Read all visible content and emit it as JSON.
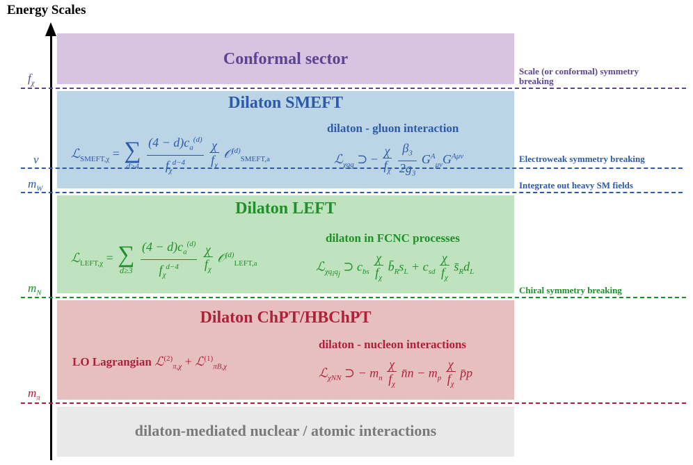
{
  "title": "Energy Scales",
  "colors": {
    "conformal_fill": "#d8c3e0",
    "smeft_fill": "#bbd4e6",
    "left_fill": "#bfe3bf",
    "chpt_fill": "#e6c0bf",
    "nuclear_fill": "#e9e9e9",
    "purple_text": "#5b4590",
    "blue_text": "#2d5aa8",
    "green_text": "#1f8f2a",
    "red_text": "#b0203a",
    "gray_text": "#7a7a7a"
  },
  "bands": {
    "conformal": {
      "title": "Conformal sector"
    },
    "smeft": {
      "title": "Dilaton SMEFT",
      "sub": "dilaton - gluon interaction",
      "eq1": {
        "lhs": "ℒ",
        "lhs_sub": "SMEFT,χ",
        "sum_lim": "d≥4",
        "num": "(4 − d)c",
        "num_sub": "a",
        "num_sup": "(d)",
        "den": "f",
        "den_sub": "χ",
        "den_sup": "d−4",
        "frac2_num": "χ",
        "frac2_den": "f",
        "frac2_den_sub": "χ",
        "op": "𝒪",
        "op_sup": "(d)",
        "op_sub": "SMEFT,a"
      },
      "eq2": {
        "lhs": "ℒ",
        "lhs_sub": "χgg",
        "rel": "⊃ −",
        "f1_num": "χ",
        "f1_den": "f",
        "f1_den_sub": "χ",
        "f2_num": "β",
        "f2_num_sub": "3",
        "f2_den": "2g",
        "f2_den_sub": "3",
        "g1": "G",
        "g1_sup": "A",
        "g1_sub": "μν",
        "g2": "G",
        "g2_sup": "Aμν"
      }
    },
    "left": {
      "title": "Dilaton LEFT",
      "sub": "dilaton in FCNC processes",
      "eq1": {
        "lhs": "ℒ",
        "lhs_sub": "LEFT,χ",
        "sum_lim": "d≥3",
        "num": "(4 − d)c",
        "num_sub": "a",
        "num_sup": "(d)",
        "den": "f",
        "den_sub": "χ",
        "den_sup": "d−4",
        "frac2_num": "χ",
        "frac2_den": "f",
        "frac2_den_sub": "χ",
        "op": "𝒪",
        "op_sup": "(d)",
        "op_sub": "LEFT,a"
      },
      "eq2": {
        "lhs": "ℒ",
        "lhs_sub": "χq",
        "lhs_sub2": "i",
        "lhs_sub3": "q",
        "lhs_sub4": "j",
        "rel": "⊃ c",
        "c1_sub": "bs",
        "f1_num": "χ",
        "f1_den": "f",
        "f1_den_sub": "χ",
        "t1": "b̄",
        "t1_sub": "R",
        "t2": "s",
        "t2_sub": "L",
        "plus": " + c",
        "c2_sub": "sd",
        "f2_num": "χ",
        "f2_den": "f",
        "f2_den_sub": "χ",
        "t3": "s̄",
        "t3_sub": "R",
        "t4": "d",
        "t4_sub": "L"
      }
    },
    "chpt": {
      "title": "Dilaton ChPT/HBChPT",
      "sub": "dilaton - nucleon interactions",
      "lo_label": "LO Lagrangian",
      "lo": {
        "l1": "ℒ",
        "l1_sup": "(2)",
        "l1_sub": "π,χ",
        "plus": " + ",
        "l2": "ℒ",
        "l2_sup": "(1)",
        "l2_sub": "πB,χ"
      },
      "eq2": {
        "lhs": "ℒ",
        "lhs_sub": "χNN",
        "rel": "⊃ − m",
        "m1_sub": "n",
        "f1_num": "χ",
        "f1_den": "f",
        "f1_den_sub": "χ",
        "t1": "n̄n − m",
        "m2_sub": "p",
        "f2_num": "χ",
        "f2_den": "f",
        "f2_den_sub": "χ",
        "t2": "p̄p"
      }
    },
    "nuclear": {
      "title": "dilaton-mediated nuclear / atomic interactions"
    }
  },
  "scales": [
    {
      "name": "f",
      "sub": "χ",
      "note_line1": "Scale (or conformal) symmetry",
      "note_line2": "breaking"
    },
    {
      "name": "v",
      "sub": "",
      "note_line1": "Electroweak  symmetry breaking",
      "note_line2": ""
    },
    {
      "name": "m",
      "sub": "W",
      "note_line1": "Integrate out heavy SM fields",
      "note_line2": ""
    },
    {
      "name": "m",
      "sub": "N",
      "note_line1": "Chiral symmetry breaking",
      "note_line2": ""
    },
    {
      "name": "m",
      "sub": "π",
      "note_line1": "",
      "note_line2": ""
    }
  ]
}
